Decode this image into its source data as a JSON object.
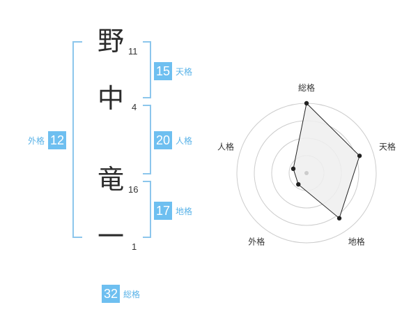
{
  "name_chars": [
    {
      "char": "野",
      "strokes": "11"
    },
    {
      "char": "中",
      "strokes": "4"
    },
    {
      "char": "竜",
      "strokes": "16"
    },
    {
      "char": "一",
      "strokes": "1"
    }
  ],
  "scores": {
    "tenkaku": {
      "value": "15",
      "label": "天格"
    },
    "jinkaku": {
      "value": "20",
      "label": "人格"
    },
    "chikaku": {
      "value": "17",
      "label": "地格"
    },
    "gaikaku": {
      "value": "12",
      "label": "外格"
    },
    "soukaku": {
      "value": "32",
      "label": "総格"
    }
  },
  "colors": {
    "accent": "#6ebff0",
    "bracket": "#8cc6ec",
    "label": "#5ab3e8"
  },
  "chart_data": {
    "type": "radar",
    "axes": [
      "総格",
      "天格",
      "地格",
      "外格",
      "人格"
    ],
    "values": [
      1.0,
      0.8,
      0.8,
      0.2,
      0.2
    ],
    "rings": 4,
    "range": [
      0,
      1
    ]
  }
}
